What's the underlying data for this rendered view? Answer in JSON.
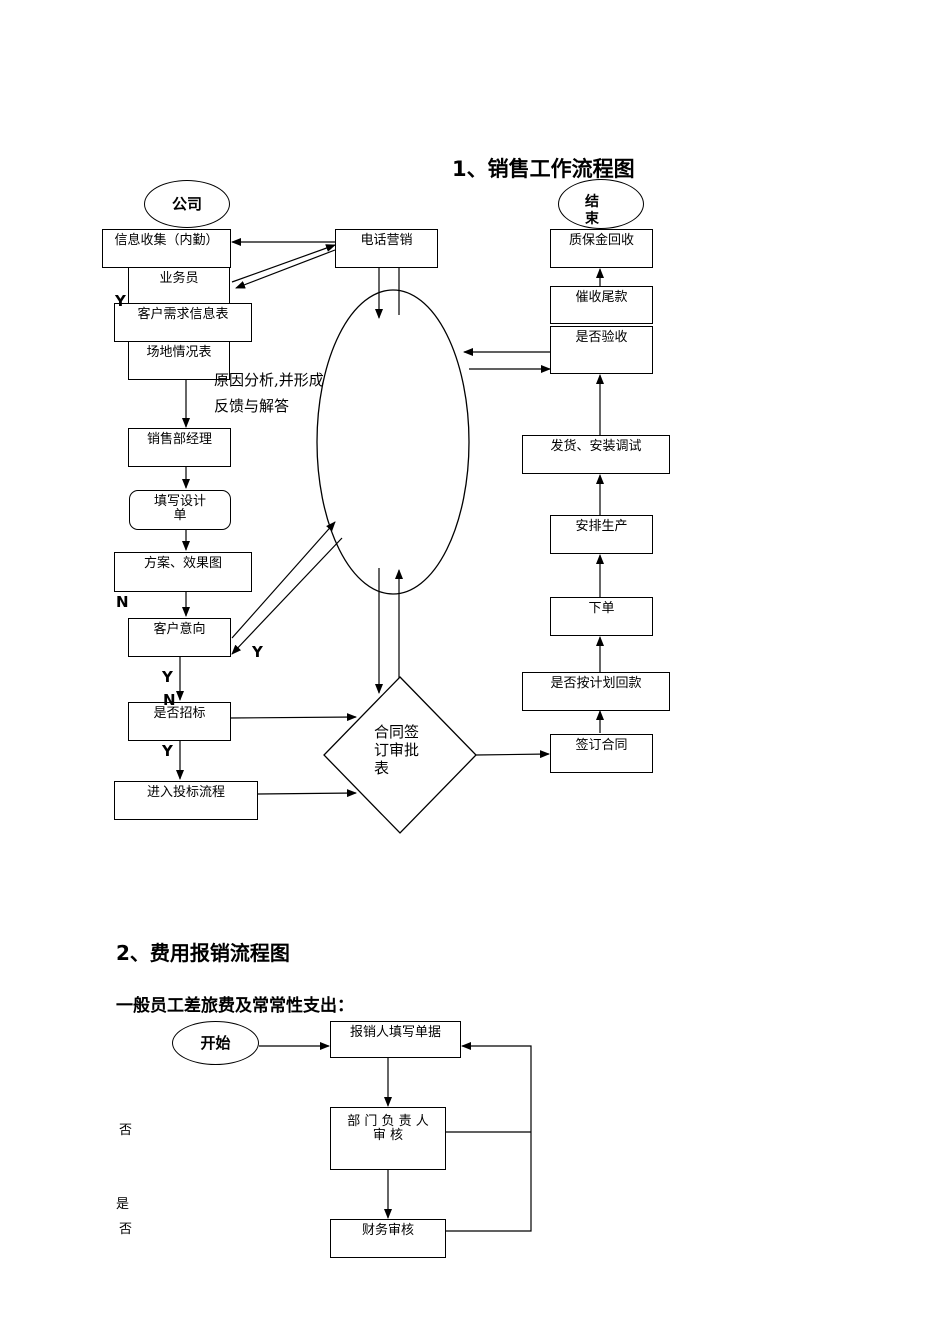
{
  "titles": {
    "sales": "1、销售工作流程图",
    "expense": "2、费用报销流程图",
    "expense_sub": "一般员工差旅费及常常性支出："
  },
  "sales": {
    "company": "公司",
    "end": "结束",
    "info_collect": "信息收集（内勤）",
    "salesman": "业务员",
    "demand_form": "客户需求信息表",
    "site_form": "场地情况表",
    "reason_text": "原因分析,并形成反馈与解答",
    "sales_manager": "销售部经理",
    "design_form": "填写设计单",
    "plan": "方案、效果图",
    "intention": "客户意向",
    "bid_check": "是否招标",
    "bid_process": "进入投标流程",
    "phone_sales": "电话营销",
    "contract_approval": "合同签订审批表",
    "sign": "签订合同",
    "payment_plan": "是否按计划回款",
    "order": "下单",
    "production": "安排生产",
    "delivery": "发货、安装调试",
    "acceptance": "是否验收",
    "collect_final": "催收尾款",
    "warranty": "质保金回收",
    "labels": {
      "y1": "Y",
      "n1": "N",
      "y2": "Y",
      "y3": "Y",
      "n2": "N",
      "y4": "Y"
    }
  },
  "expense": {
    "start": "开始",
    "fill": "报销人填写单据",
    "dept": "部 门 负 责 人 审 核",
    "finance": "财务审核",
    "no1": "否",
    "yes1": "是",
    "no2": "否"
  }
}
